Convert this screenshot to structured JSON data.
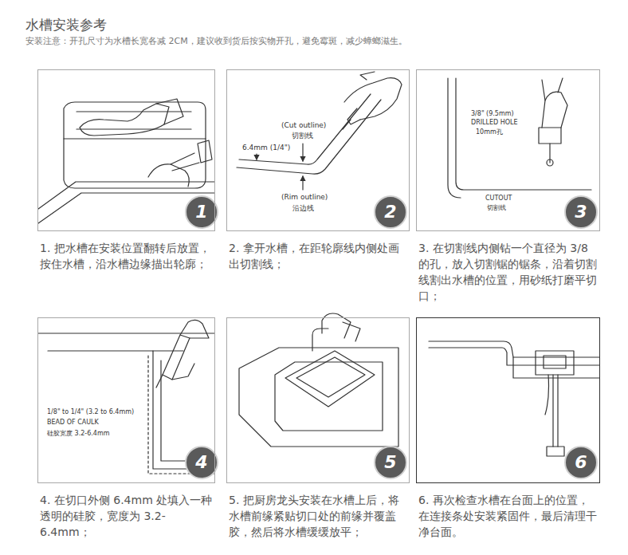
{
  "diagram": {
    "title": "水槽安装参考",
    "nodes": [
      {
        "text": [
          "1. 把水槽在安装位置翻转后放置，按住水槽，沿水槽边缘描出轮廓；"
        ]
      },
      {
        "text": [
          "2. 拿开水槽，在距轮廓线内侧处画出切割线；"
        ]
      },
      {
        "text": [
          "3. 在切割线内侧钻一个直径为 3/8 的孔，放入切割锯的锯条，沿着切割线割出水槽的位置，用砂纸打磨平切口；"
        ]
      },
      {
        "text": [
          "4. 在切口外侧 6.4mm 处填入一种透明的硅胶，宽度为 3.2-6.4mm；"
        ]
      },
      {
        "text": [
          "5. 把厨房龙头安装在水槽上后，将水槽前缘紧贴切口处的前缘并覆盖胶，然后将水槽缓缓放平；"
        ]
      },
      {
        "text": [
          "6. 再次检查水槽在台面上的位置，在连接条处安装紧固件，最后清理干净台面。"
        ]
      }
    ],
    "labels": [
      "安装注意：开孔尺寸为水槽长宽各减 2CM，建议收到货后按实物开孔，避免霉斑，减少蟑螂滋生。",
      "1",
      "(Cut outline)",
      "切割线",
      "6.4mm (1/4\")",
      "(Rim outline)",
      "沿边线",
      "2",
      "3/8\" (9.5mm)",
      "DRILLED HOLE",
      "10mm孔",
      "CUTOUT",
      "切割线",
      "3",
      "1/8\" to 1/4\" (3.2 to 6.4mm)",
      "BEAD OF CAULK",
      "硅胶宽度 3.2-6.4mm",
      "4",
      "5",
      "6"
    ]
  }
}
